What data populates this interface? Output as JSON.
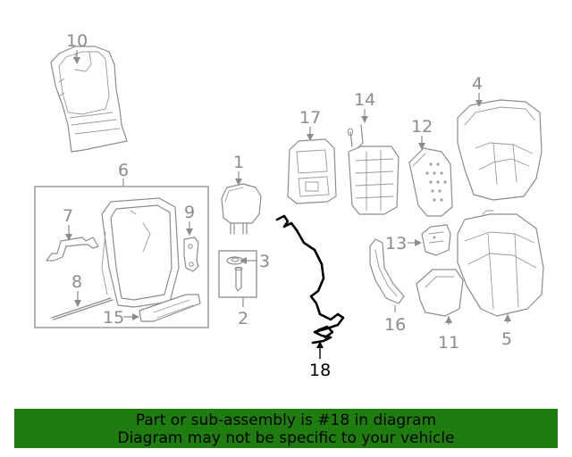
{
  "diagram": {
    "highlighted_part": "18",
    "callouts": {
      "c1": "1",
      "c2": "2",
      "c3": "3",
      "c4": "4",
      "c5": "5",
      "c6": "6",
      "c7": "7",
      "c8": "8",
      "c9": "9",
      "c10": "10",
      "c11": "11",
      "c12": "12",
      "c13": "13",
      "c14": "14",
      "c15": "15",
      "c16": "16",
      "c17": "17",
      "c18": "18"
    }
  },
  "banner": {
    "line1": "Part or sub-assembly is #18 in diagram",
    "line2": "Diagram may not be specific to your vehicle",
    "background": "#1e7d0e"
  }
}
